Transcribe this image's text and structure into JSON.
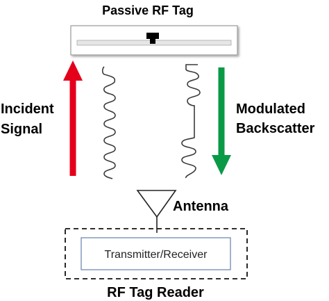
{
  "tag": {
    "title": "Passive RF Tag"
  },
  "incident": {
    "line1": "Incident",
    "line2": "Signal",
    "color": "#e4001b"
  },
  "backscatter": {
    "line1": "Modulated",
    "line2": "Backscatter",
    "color": "#0a9a46"
  },
  "antenna": {
    "label": "Antenna"
  },
  "reader": {
    "box_label": "Transmitter/Receiver",
    "title": "RF Tag Reader"
  }
}
